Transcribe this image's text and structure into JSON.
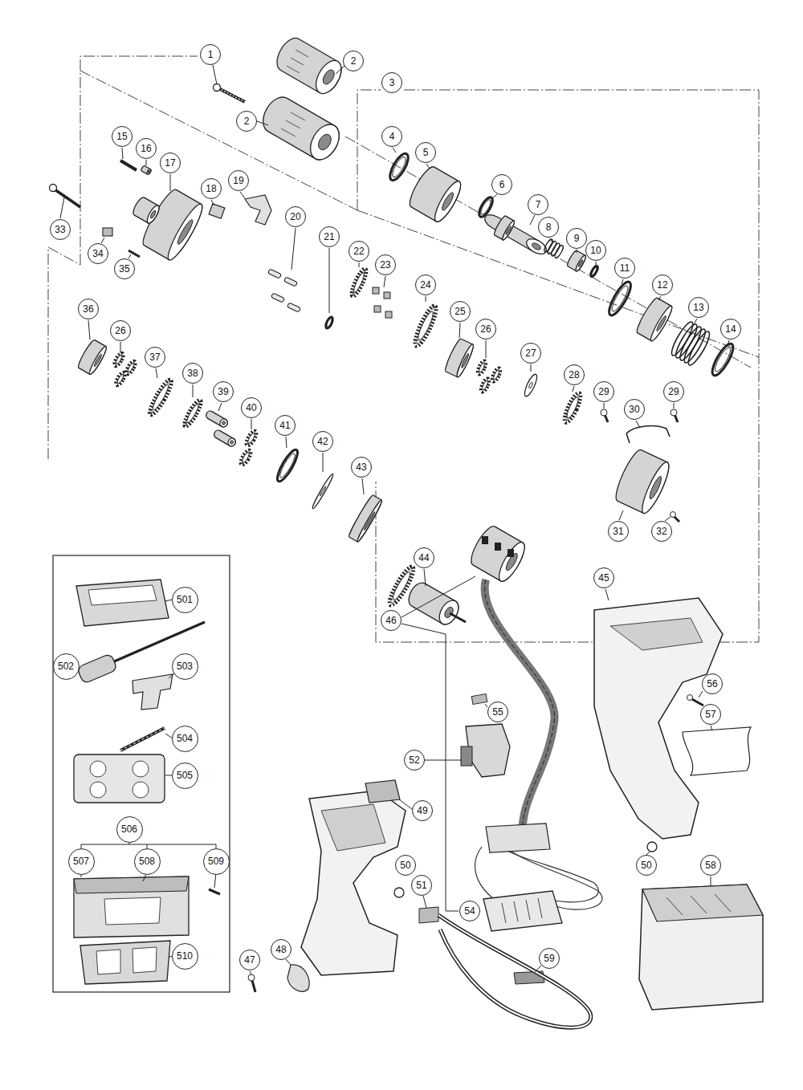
{
  "diagram": {
    "labels": [
      "1",
      "2",
      "2",
      "3",
      "4",
      "5",
      "6",
      "7",
      "8",
      "9",
      "10",
      "11",
      "12",
      "13",
      "14",
      "15",
      "16",
      "17",
      "18",
      "19",
      "20",
      "21",
      "22",
      "23",
      "24",
      "25",
      "26",
      "27",
      "28",
      "29",
      "30",
      "29",
      "31",
      "32",
      "33",
      "34",
      "35",
      "36",
      "26",
      "37",
      "38",
      "39",
      "40",
      "41",
      "42",
      "43",
      "44",
      "45",
      "46",
      "501",
      "502",
      "503",
      "504",
      "505",
      "506",
      "507",
      "508",
      "509",
      "510",
      "55",
      "56",
      "57",
      "52",
      "49",
      "58",
      "50",
      "50",
      "51",
      "54",
      "47",
      "48",
      "59"
    ]
  }
}
